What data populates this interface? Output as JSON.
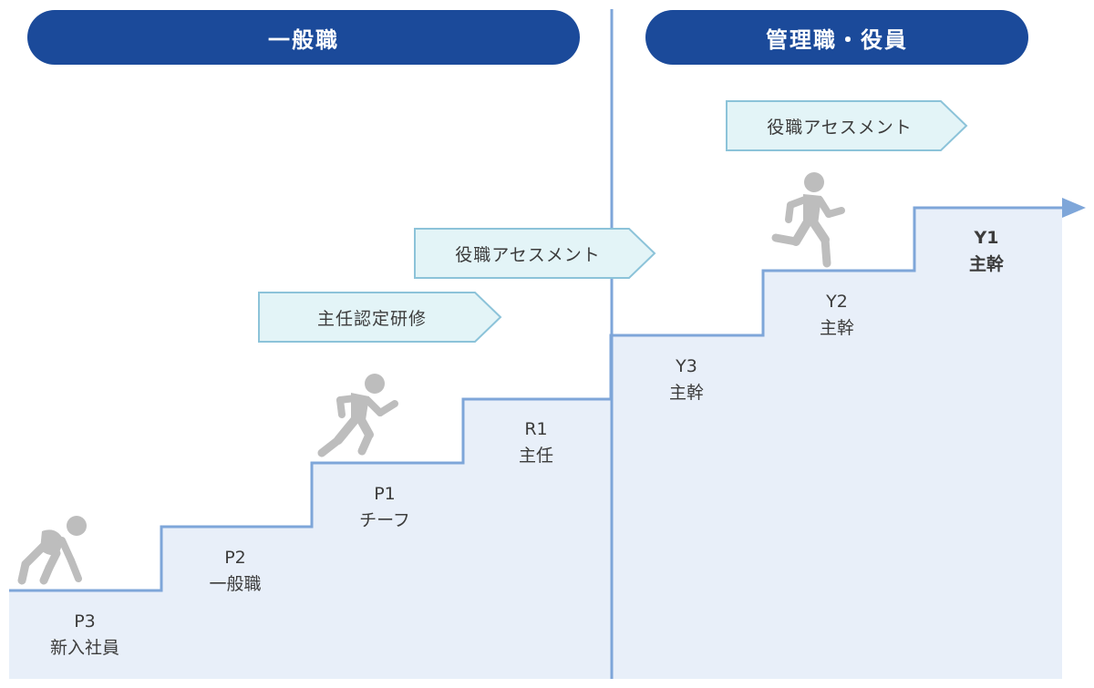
{
  "headers": {
    "general": "一般職",
    "manager": "管理職・役員"
  },
  "steps": [
    {
      "code": "P3",
      "title": "新入社員"
    },
    {
      "code": "P2",
      "title": "一般職"
    },
    {
      "code": "P1",
      "title": "チーフ"
    },
    {
      "code": "R1",
      "title": "主任"
    },
    {
      "code": "Y3",
      "title": "主幹"
    },
    {
      "code": "Y2",
      "title": "主幹"
    },
    {
      "code": "Y1",
      "title": "主幹"
    }
  ],
  "milestones": {
    "training": "主任認定研修",
    "assessment_1": "役職アセスメント",
    "assessment_2": "役職アセスメント"
  },
  "colors": {
    "header_bg": "#1b4a9a",
    "step_fill": "#e8eff9",
    "step_line": "#7ea6d9",
    "arrow_box_fill": "#e3f4f7",
    "arrow_box_stroke": "#8cc3d9",
    "figure": "#bdbdbd"
  },
  "icons": [
    "crouching-runner-icon",
    "running-person-icon",
    "running-person-icon"
  ]
}
